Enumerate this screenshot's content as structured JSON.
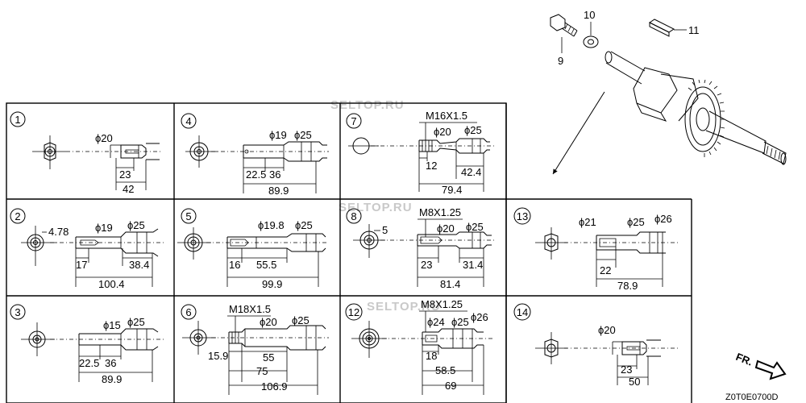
{
  "diagram": {
    "code": "Z0T0E0700D",
    "front_marker": "FR.",
    "watermark": "SELTOP.RU",
    "parts": {
      "p9": "9",
      "p10": "10",
      "p11": "11"
    },
    "variants": {
      "v1": {
        "num": "1",
        "dims": [
          "ϕ20",
          "23",
          "42"
        ]
      },
      "v2": {
        "num": "2",
        "dims": [
          "4.78",
          "ϕ19",
          "ϕ25",
          "17",
          "38.4",
          "100.4"
        ]
      },
      "v3": {
        "num": "3",
        "dims": [
          "ϕ15",
          "ϕ25",
          "22.5",
          "36",
          "89.9"
        ]
      },
      "v4": {
        "num": "4",
        "dims": [
          "ϕ19",
          "ϕ25",
          "22.5",
          "36",
          "89.9"
        ]
      },
      "v5": {
        "num": "5",
        "dims": [
          "ϕ19.8",
          "ϕ25",
          "16",
          "55.5",
          "99.9"
        ]
      },
      "v6": {
        "num": "6",
        "dims": [
          "M18X1.5",
          "ϕ20",
          "ϕ25",
          "15.9",
          "55",
          "75",
          "106.9"
        ]
      },
      "v7": {
        "num": "7",
        "dims": [
          "M16X1.5",
          "ϕ20",
          "ϕ25",
          "12",
          "42.4",
          "79.4"
        ]
      },
      "v8": {
        "num": "8",
        "dims": [
          "5",
          "M8X1.25",
          "ϕ20",
          "ϕ25",
          "23",
          "31.4",
          "81.4"
        ]
      },
      "v12": {
        "num": "12",
        "dims": [
          "M8X1.25",
          "ϕ24",
          "ϕ25",
          "ϕ26",
          "18",
          "58.5",
          "69"
        ]
      },
      "v13": {
        "num": "13",
        "dims": [
          "ϕ21",
          "ϕ25",
          "ϕ26",
          "22",
          "78.9"
        ]
      },
      "v14": {
        "num": "14",
        "dims": [
          "ϕ20",
          "23",
          "50"
        ]
      }
    }
  }
}
